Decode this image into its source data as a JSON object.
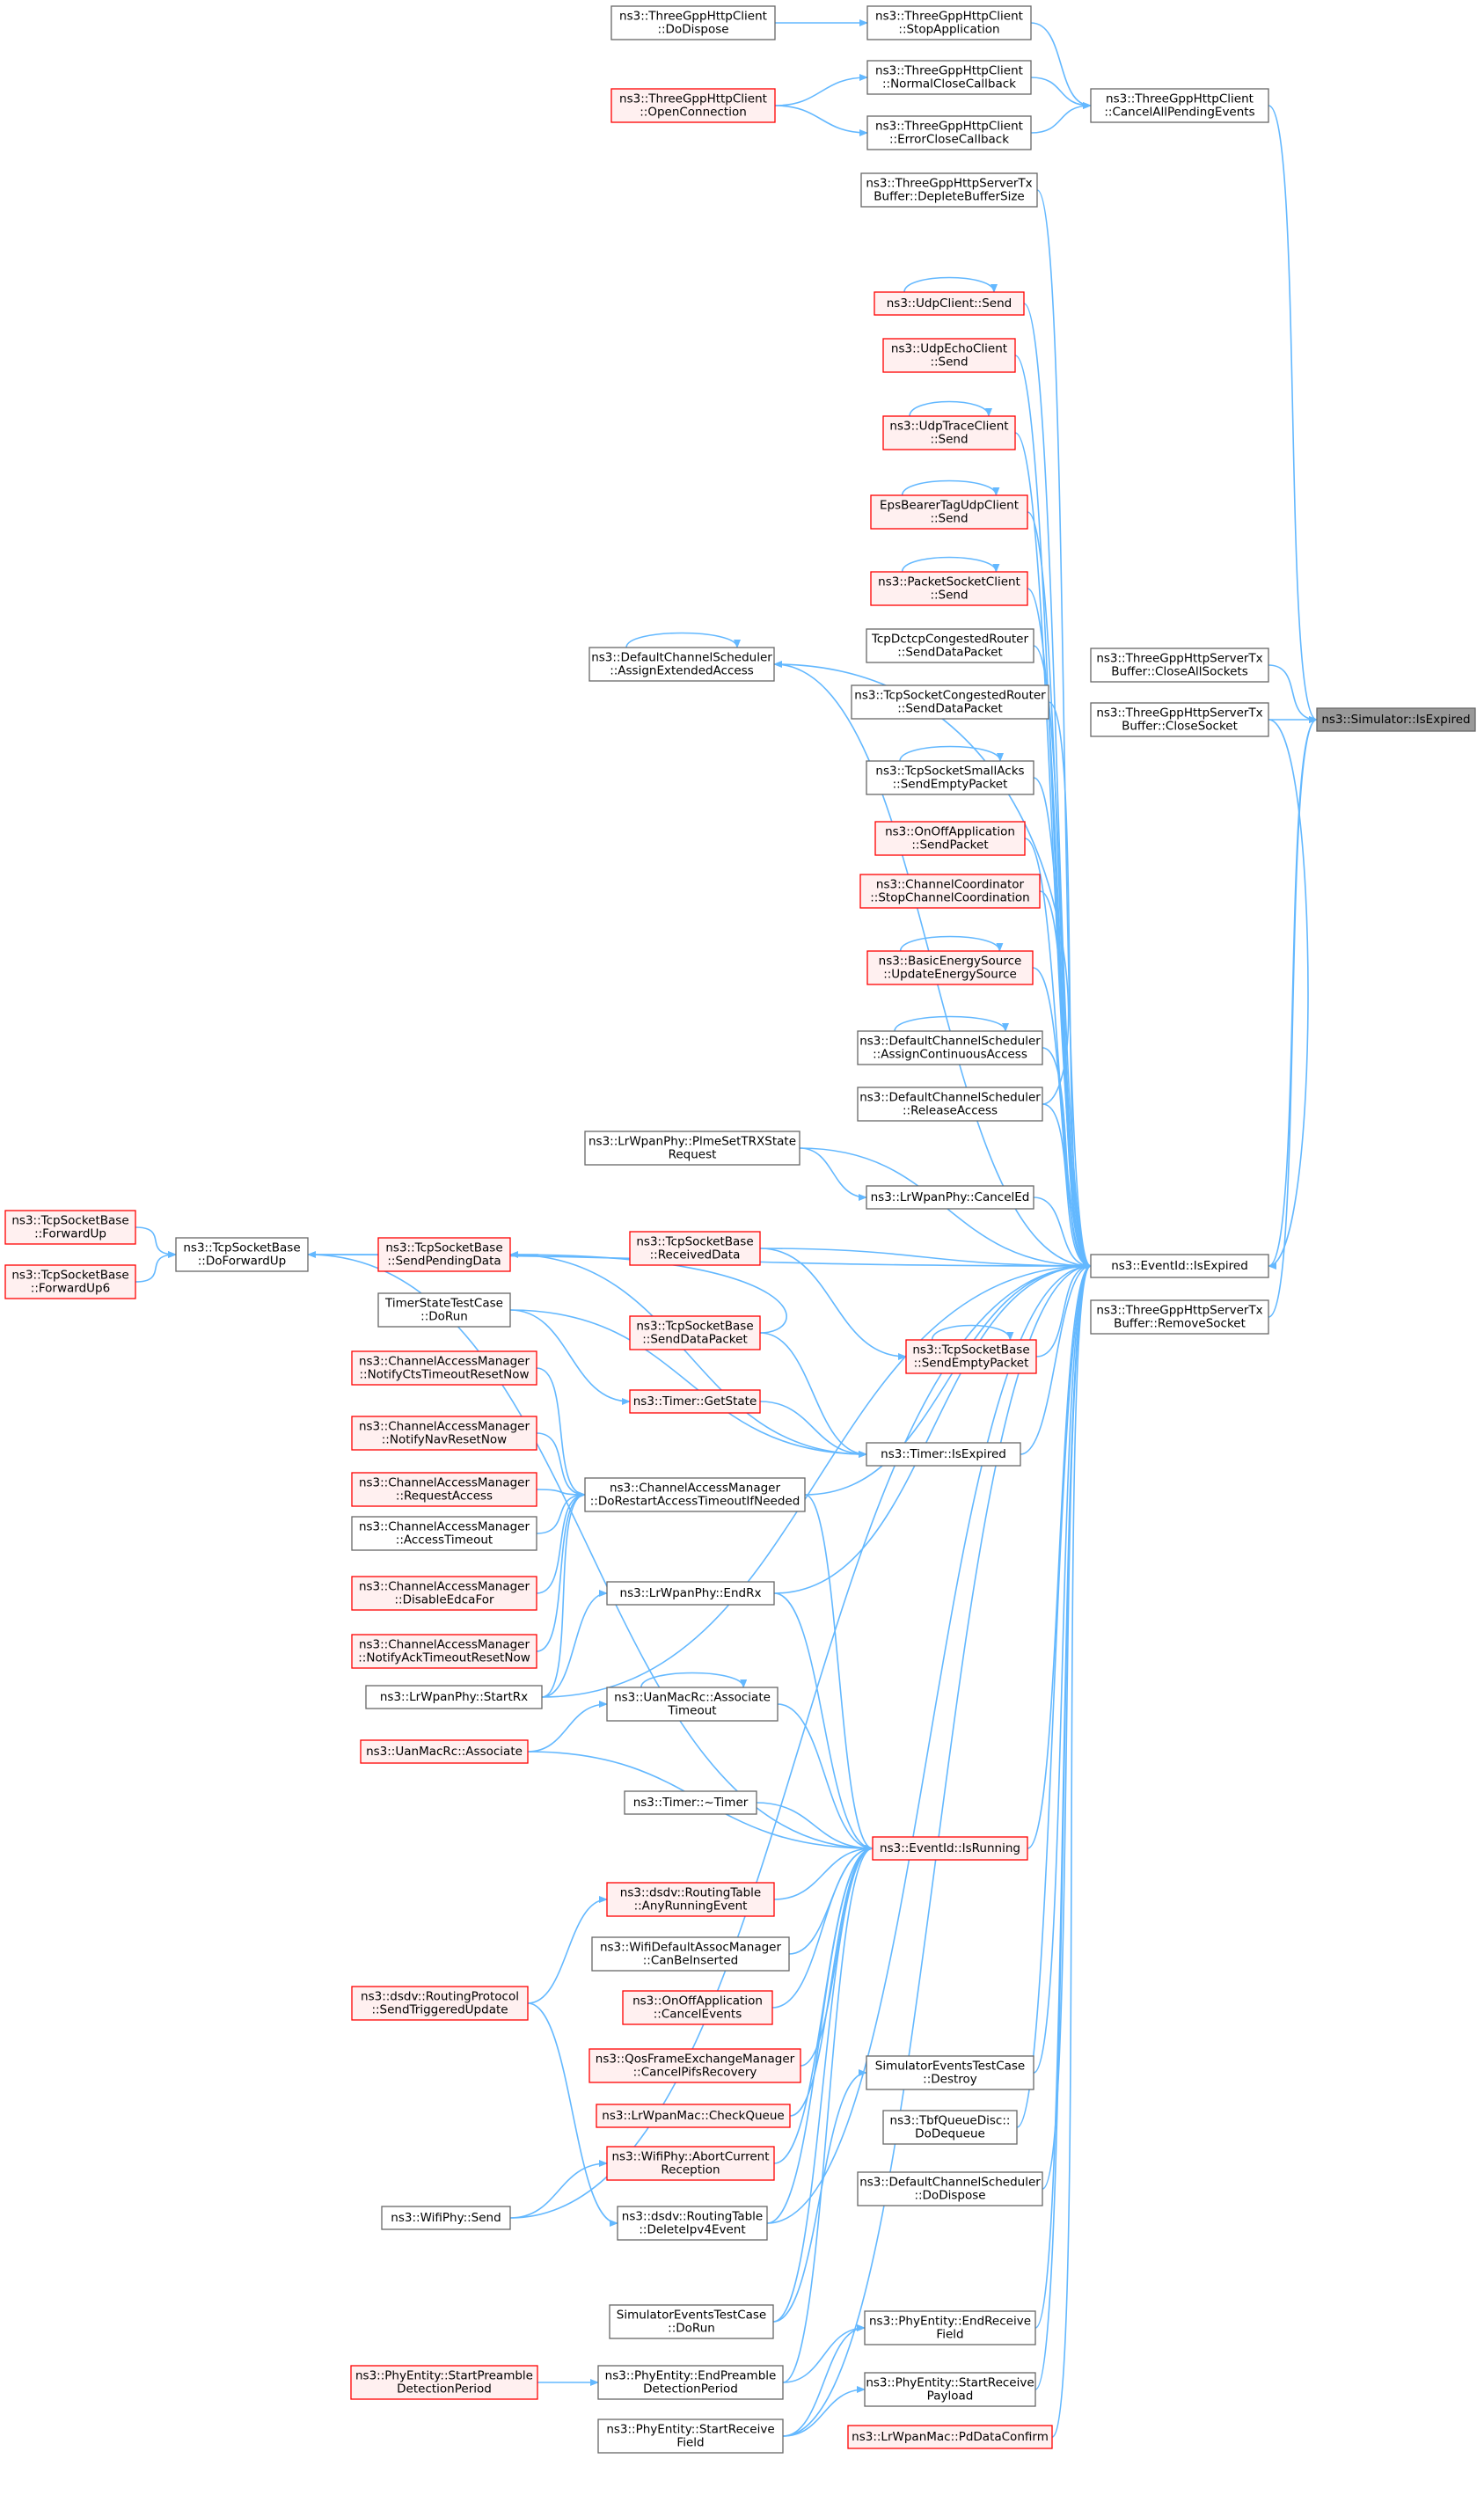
{
  "colors": {
    "edge": "#63b8ff",
    "border_plain": "#666666",
    "border_red": "#ff0000",
    "fill_plain": "#ffffff",
    "fill_red": "#fff0f0",
    "fill_focus": "#999999",
    "border_focus": "#666666"
  },
  "nodes": [
    {
      "id": "isexpired_sim",
      "lines": [
        "ns3::Simulator::IsExpired"
      ],
      "style": "focus"
    },
    {
      "id": "closeallsockets",
      "lines": [
        "ns3::ThreeGppHttpServerTx",
        "Buffer::CloseAllSockets"
      ],
      "style": "plain"
    },
    {
      "id": "closesocket",
      "lines": [
        "ns3::ThreeGppHttpServerTx",
        "Buffer::CloseSocket"
      ],
      "style": "plain"
    },
    {
      "id": "removesocket",
      "lines": [
        "ns3::ThreeGppHttpServerTx",
        "Buffer::RemoveSocket"
      ],
      "style": "plain"
    },
    {
      "id": "cancelallpending",
      "lines": [
        "ns3::ThreeGppHttpClient",
        "::CancelAllPendingEvents"
      ],
      "style": "plain"
    },
    {
      "id": "eventid_isexpired",
      "lines": [
        "ns3::EventId::IsExpired"
      ],
      "style": "plain"
    },
    {
      "id": "stopapplication",
      "lines": [
        "ns3::ThreeGppHttpClient",
        "::StopApplication"
      ],
      "style": "plain"
    },
    {
      "id": "normalclose",
      "lines": [
        "ns3::ThreeGppHttpClient",
        "::NormalCloseCallback"
      ],
      "style": "plain"
    },
    {
      "id": "errorclose",
      "lines": [
        "ns3::ThreeGppHttpClient",
        "::ErrorCloseCallback"
      ],
      "style": "plain"
    },
    {
      "id": "dodispose_http",
      "lines": [
        "ns3::ThreeGppHttpClient",
        "::DoDispose"
      ],
      "style": "plain"
    },
    {
      "id": "openconnection",
      "lines": [
        "ns3::ThreeGppHttpClient",
        "::OpenConnection"
      ],
      "style": "red"
    },
    {
      "id": "depletebuffer",
      "lines": [
        "ns3::ThreeGppHttpServerTx",
        "Buffer::DepleteBufferSize"
      ],
      "style": "plain"
    },
    {
      "id": "udpclient_send",
      "lines": [
        "ns3::UdpClient::Send"
      ],
      "style": "red"
    },
    {
      "id": "udpecho_send",
      "lines": [
        "ns3::UdpEchoClient",
        "::Send"
      ],
      "style": "red"
    },
    {
      "id": "udptrace_send",
      "lines": [
        "ns3::UdpTraceClient",
        "::Send"
      ],
      "style": "red"
    },
    {
      "id": "epsbearer_send",
      "lines": [
        "EpsBearerTagUdpClient",
        "::Send"
      ],
      "style": "red"
    },
    {
      "id": "packetsocket_send",
      "lines": [
        "ns3::PacketSocketClient",
        "::Send"
      ],
      "style": "red"
    },
    {
      "id": "tcpdctcp_send",
      "lines": [
        "TcpDctcpCongestedRouter",
        "::SendDataPacket"
      ],
      "style": "plain"
    },
    {
      "id": "tcpcong_send",
      "lines": [
        "ns3::TcpSocketCongestedRouter",
        "::SendDataPacket"
      ],
      "style": "plain"
    },
    {
      "id": "tcpsmallacks",
      "lines": [
        "ns3::TcpSocketSmallAcks",
        "::SendEmptyPacket"
      ],
      "style": "plain"
    },
    {
      "id": "onoff_sendpacket",
      "lines": [
        "ns3::OnOffApplication",
        "::SendPacket"
      ],
      "style": "red"
    },
    {
      "id": "channelcoord_stop",
      "lines": [
        "ns3::ChannelCoordinator",
        "::StopChannelCoordination"
      ],
      "style": "red"
    },
    {
      "id": "basicenergy_update",
      "lines": [
        "ns3::BasicEnergySource",
        "::UpdateEnergySource"
      ],
      "style": "red"
    },
    {
      "id": "assigncontinuous",
      "lines": [
        "ns3::DefaultChannelScheduler",
        "::AssignContinuousAccess"
      ],
      "style": "plain"
    },
    {
      "id": "releaseaccess",
      "lines": [
        "ns3::DefaultChannelScheduler",
        "::ReleaseAccess"
      ],
      "style": "plain"
    },
    {
      "id": "assignextended",
      "lines": [
        "ns3::DefaultChannelScheduler",
        "::AssignExtendedAccess"
      ],
      "style": "plain"
    },
    {
      "id": "plmeset",
      "lines": [
        "ns3::LrWpanPhy::PlmeSetTRXState",
        "Request"
      ],
      "style": "plain"
    },
    {
      "id": "canceled",
      "lines": [
        "ns3::LrWpanPhy::CancelEd"
      ],
      "style": "plain"
    },
    {
      "id": "tcp_forwardup",
      "lines": [
        "ns3::TcpSocketBase",
        "::ForwardUp"
      ],
      "style": "red"
    },
    {
      "id": "tcp_forwardup6",
      "lines": [
        "ns3::TcpSocketBase",
        "::ForwardUp6"
      ],
      "style": "red"
    },
    {
      "id": "tcp_doforwardup",
      "lines": [
        "ns3::TcpSocketBase",
        "::DoForwardUp"
      ],
      "style": "plain"
    },
    {
      "id": "tcp_sendpending",
      "lines": [
        "ns3::TcpSocketBase",
        "::SendPendingData"
      ],
      "style": "red"
    },
    {
      "id": "tcp_receiveddata",
      "lines": [
        "ns3::TcpSocketBase",
        "::ReceivedData"
      ],
      "style": "red"
    },
    {
      "id": "tcp_senddatapacket",
      "lines": [
        "ns3::TcpSocketBase",
        "::SendDataPacket"
      ],
      "style": "red"
    },
    {
      "id": "tcp_sendempty",
      "lines": [
        "ns3::TcpSocketBase",
        "::SendEmptyPacket"
      ],
      "style": "red"
    },
    {
      "id": "timerstate_dorun",
      "lines": [
        "TimerStateTestCase",
        "::DoRun"
      ],
      "style": "plain"
    },
    {
      "id": "timer_getstate",
      "lines": [
        "ns3::Timer::GetState"
      ],
      "style": "red"
    },
    {
      "id": "timer_isexpired",
      "lines": [
        "ns3::Timer::IsExpired"
      ],
      "style": "plain"
    },
    {
      "id": "cam_notifycts",
      "lines": [
        "ns3::ChannelAccessManager",
        "::NotifyCtsTimeoutResetNow"
      ],
      "style": "red"
    },
    {
      "id": "cam_notifynav",
      "lines": [
        "ns3::ChannelAccessManager",
        "::NotifyNavResetNow"
      ],
      "style": "red"
    },
    {
      "id": "cam_requestaccess",
      "lines": [
        "ns3::ChannelAccessManager",
        "::RequestAccess"
      ],
      "style": "red"
    },
    {
      "id": "cam_accesstimeout",
      "lines": [
        "ns3::ChannelAccessManager",
        "::AccessTimeout"
      ],
      "style": "plain"
    },
    {
      "id": "cam_disableedca",
      "lines": [
        "ns3::ChannelAccessManager",
        "::DisableEdcaFor"
      ],
      "style": "red"
    },
    {
      "id": "cam_notifyack",
      "lines": [
        "ns3::ChannelAccessManager",
        "::NotifyAckTimeoutResetNow"
      ],
      "style": "red"
    },
    {
      "id": "cam_dorestart",
      "lines": [
        "ns3::ChannelAccessManager",
        "::DoRestartAccessTimeoutIfNeeded"
      ],
      "style": "plain"
    },
    {
      "id": "lrwpan_endrx",
      "lines": [
        "ns3::LrWpanPhy::EndRx"
      ],
      "style": "plain"
    },
    {
      "id": "lrwpan_startrx",
      "lines": [
        "ns3::LrWpanPhy::StartRx"
      ],
      "style": "plain"
    },
    {
      "id": "uanmac_assoctimeout",
      "lines": [
        "ns3::UanMacRc::Associate",
        "Timeout"
      ],
      "style": "plain"
    },
    {
      "id": "uanmac_associate",
      "lines": [
        "ns3::UanMacRc::Associate"
      ],
      "style": "red"
    },
    {
      "id": "timer_dtor",
      "lines": [
        "ns3::Timer::~Timer"
      ],
      "style": "plain"
    },
    {
      "id": "eventid_isrunning",
      "lines": [
        "ns3::EventId::IsRunning"
      ],
      "style": "red"
    },
    {
      "id": "dsdv_anyrunning",
      "lines": [
        "ns3::dsdv::RoutingTable",
        "::AnyRunningEvent"
      ],
      "style": "red"
    },
    {
      "id": "wifi_canbeinserted",
      "lines": [
        "ns3::WifiDefaultAssocManager",
        "::CanBeInserted"
      ],
      "style": "plain"
    },
    {
      "id": "dsdv_sendtriggered",
      "lines": [
        "ns3::dsdv::RoutingProtocol",
        "::SendTriggeredUpdate"
      ],
      "style": "red"
    },
    {
      "id": "onoff_cancel",
      "lines": [
        "ns3::OnOffApplication",
        "::CancelEvents"
      ],
      "style": "red"
    },
    {
      "id": "qos_cancelpifs",
      "lines": [
        "ns3::QosFrameExchangeManager",
        "::CancelPifsRecovery"
      ],
      "style": "red"
    },
    {
      "id": "lrwpanmac_checkqueue",
      "lines": [
        "ns3::LrWpanMac::CheckQueue"
      ],
      "style": "red"
    },
    {
      "id": "simevents_destroy",
      "lines": [
        "SimulatorEventsTestCase",
        "::Destroy"
      ],
      "style": "plain"
    },
    {
      "id": "tbf_dequeue",
      "lines": [
        "ns3::TbfQueueDisc::",
        "DoDequeue"
      ],
      "style": "plain"
    },
    {
      "id": "wifiphy_abort",
      "lines": [
        "ns3::WifiPhy::AbortCurrent",
        "Reception"
      ],
      "style": "red"
    },
    {
      "id": "dcs_dodispose",
      "lines": [
        "ns3::DefaultChannelScheduler",
        "::DoDispose"
      ],
      "style": "plain"
    },
    {
      "id": "wifiphy_send",
      "lines": [
        "ns3::WifiPhy::Send"
      ],
      "style": "plain"
    },
    {
      "id": "dsdv_deleteipv4",
      "lines": [
        "ns3::dsdv::RoutingTable",
        "::DeleteIpv4Event"
      ],
      "style": "plain"
    },
    {
      "id": "simevents_dorun",
      "lines": [
        "SimulatorEventsTestCase",
        "::DoRun"
      ],
      "style": "plain"
    },
    {
      "id": "phy_endreceive",
      "lines": [
        "ns3::PhyEntity::EndReceive",
        "Field"
      ],
      "style": "plain"
    },
    {
      "id": "phy_startpreamble",
      "lines": [
        "ns3::PhyEntity::StartPreamble",
        "DetectionPeriod"
      ],
      "style": "red"
    },
    {
      "id": "phy_endpreamble",
      "lines": [
        "ns3::PhyEntity::EndPreamble",
        "DetectionPeriod"
      ],
      "style": "plain"
    },
    {
      "id": "phy_startpayload",
      "lines": [
        "ns3::PhyEntity::StartReceive",
        "Payload"
      ],
      "style": "plain"
    },
    {
      "id": "phy_startreceive",
      "lines": [
        "ns3::PhyEntity::StartReceive",
        "Field"
      ],
      "style": "plain"
    },
    {
      "id": "lrwpanmac_pddata",
      "lines": [
        "ns3::LrWpanMac::PdDataConfirm"
      ],
      "style": "red"
    }
  ],
  "edges": [
    [
      "closeallsockets",
      "isexpired_sim"
    ],
    [
      "closesocket",
      "isexpired_sim"
    ],
    [
      "cancelallpending",
      "isexpired_sim"
    ],
    [
      "eventid_isexpired",
      "isexpired_sim"
    ],
    [
      "removesocket",
      "isexpired_sim"
    ],
    [
      "stopapplication",
      "cancelallpending"
    ],
    [
      "normalclose",
      "cancelallpending"
    ],
    [
      "errorclose",
      "cancelallpending"
    ],
    [
      "dodispose_http",
      "stopapplication"
    ],
    [
      "openconnection",
      "normalclose"
    ],
    [
      "openconnection",
      "errorclose"
    ],
    [
      "depletebuffer",
      "eventid_isexpired"
    ],
    [
      "udpclient_send",
      "eventid_isexpired"
    ],
    [
      "udpecho_send",
      "eventid_isexpired"
    ],
    [
      "udptrace_send",
      "eventid_isexpired"
    ],
    [
      "epsbearer_send",
      "eventid_isexpired"
    ],
    [
      "packetsocket_send",
      "eventid_isexpired"
    ],
    [
      "tcpdctcp_send",
      "eventid_isexpired"
    ],
    [
      "tcpcong_send",
      "eventid_isexpired"
    ],
    [
      "tcpsmallacks",
      "eventid_isexpired"
    ],
    [
      "onoff_sendpacket",
      "eventid_isexpired"
    ],
    [
      "channelcoord_stop",
      "eventid_isexpired"
    ],
    [
      "basicenergy_update",
      "eventid_isexpired"
    ],
    [
      "assigncontinuous",
      "eventid_isexpired"
    ],
    [
      "releaseaccess",
      "eventid_isexpired"
    ],
    [
      "plmeset",
      "eventid_isexpired"
    ],
    [
      "canceled",
      "eventid_isexpired"
    ],
    [
      "tcp_doforwardup",
      "eventid_isexpired"
    ],
    [
      "tcp_receiveddata",
      "eventid_isexpired"
    ],
    [
      "tcp_sendempty",
      "eventid_isexpired"
    ],
    [
      "timer_isexpired",
      "eventid_isexpired"
    ],
    [
      "cam_dorestart",
      "eventid_isexpired"
    ],
    [
      "lrwpan_endrx",
      "eventid_isexpired"
    ],
    [
      "lrwpan_startrx",
      "eventid_isexpired"
    ],
    [
      "eventid_isrunning",
      "eventid_isexpired"
    ],
    [
      "simevents_destroy",
      "eventid_isexpired"
    ],
    [
      "tbf_dequeue",
      "eventid_isexpired"
    ],
    [
      "dcs_dodispose",
      "eventid_isexpired"
    ],
    [
      "phy_endreceive",
      "eventid_isexpired"
    ],
    [
      "phy_startpayload",
      "eventid_isexpired"
    ],
    [
      "lrwpanmac_pddata",
      "eventid_isexpired"
    ],
    [
      "phy_startreceive",
      "eventid_isexpired"
    ],
    [
      "wifiphy_send",
      "eventid_isexpired"
    ],
    [
      "dsdv_deleteipv4",
      "eventid_isexpired"
    ],
    [
      "closesocket",
      "eventid_isexpired"
    ],
    [
      "assignextended",
      "eventid_isexpired"
    ],
    [
      "releaseaccess",
      "assignextended"
    ],
    [
      "plmeset",
      "canceled"
    ],
    [
      "tcp_forwardup",
      "tcp_doforwardup"
    ],
    [
      "tcp_forwardup6",
      "tcp_doforwardup"
    ],
    [
      "tcp_sendpending",
      "tcp_doforwardup"
    ],
    [
      "tcp_senddatapacket",
      "tcp_sendpending"
    ],
    [
      "tcp_receiveddata",
      "tcp_sendempty"
    ],
    [
      "tcp_senddatapacket",
      "timer_isexpired"
    ],
    [
      "tcp_sendpending",
      "timer_isexpired"
    ],
    [
      "timer_getstate",
      "timer_isexpired"
    ],
    [
      "timerstate_dorun",
      "timer_getstate"
    ],
    [
      "timerstate_dorun",
      "timer_isexpired"
    ],
    [
      "cam_notifycts",
      "cam_dorestart"
    ],
    [
      "cam_notifynav",
      "cam_dorestart"
    ],
    [
      "cam_requestaccess",
      "cam_dorestart"
    ],
    [
      "cam_accesstimeout",
      "cam_dorestart"
    ],
    [
      "cam_disableedca",
      "cam_dorestart"
    ],
    [
      "cam_notifyack",
      "cam_dorestart"
    ],
    [
      "lrwpan_startrx",
      "cam_dorestart"
    ],
    [
      "lrwpan_startrx",
      "lrwpan_endrx"
    ],
    [
      "cam_dorestart",
      "eventid_isrunning"
    ],
    [
      "lrwpan_endrx",
      "eventid_isrunning"
    ],
    [
      "uanmac_assoctimeout",
      "eventid_isrunning"
    ],
    [
      "uanmac_associate",
      "eventid_isrunning"
    ],
    [
      "uanmac_associate",
      "uanmac_assoctimeout"
    ],
    [
      "timer_dtor",
      "eventid_isrunning"
    ],
    [
      "tcp_doforwardup",
      "eventid_isrunning"
    ],
    [
      "dsdv_anyrunning",
      "eventid_isrunning"
    ],
    [
      "wifi_canbeinserted",
      "eventid_isrunning"
    ],
    [
      "onoff_cancel",
      "eventid_isrunning"
    ],
    [
      "qos_cancelpifs",
      "eventid_isrunning"
    ],
    [
      "lrwpanmac_checkqueue",
      "eventid_isrunning"
    ],
    [
      "wifiphy_abort",
      "eventid_isrunning"
    ],
    [
      "dsdv_deleteipv4",
      "eventid_isrunning"
    ],
    [
      "simevents_dorun",
      "eventid_isrunning"
    ],
    [
      "phy_endpreamble",
      "eventid_isrunning"
    ],
    [
      "dsdv_sendtriggered",
      "dsdv_anyrunning"
    ],
    [
      "dsdv_sendtriggered",
      "dsdv_deleteipv4"
    ],
    [
      "wifiphy_send",
      "wifiphy_abort"
    ],
    [
      "simevents_dorun",
      "simevents_destroy"
    ],
    [
      "phy_startpreamble",
      "phy_endpreamble"
    ],
    [
      "phy_endpreamble",
      "phy_endreceive"
    ],
    [
      "phy_startreceive",
      "phy_endreceive"
    ],
    [
      "phy_startreceive",
      "phy_startpayload"
    ]
  ],
  "self_loops": [
    "udpclient_send",
    "udptrace_send",
    "epsbearer_send",
    "packetsocket_send",
    "tcpsmallacks",
    "basicenergy_update",
    "assigncontinuous",
    "assignextended",
    "tcp_sendempty",
    "uanmac_assoctimeout"
  ]
}
